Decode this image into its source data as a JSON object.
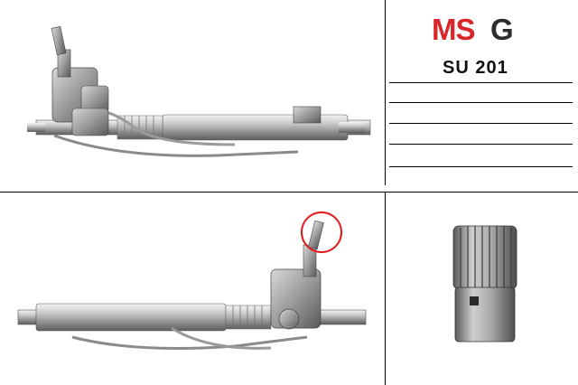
{
  "brand": {
    "logo_text_red": "MS",
    "logo_text_dark": "G",
    "color_red": "#d9262b",
    "color_dark": "#2d2d2d"
  },
  "part_number": "SU 201",
  "spec_rows": [
    "",
    "",
    "",
    "",
    ""
  ],
  "images": {
    "top": "steering-rack-view-1",
    "bottom": "steering-rack-view-2",
    "detail": "splined-input-shaft-closeup",
    "highlight_color": "#e01a1a"
  }
}
